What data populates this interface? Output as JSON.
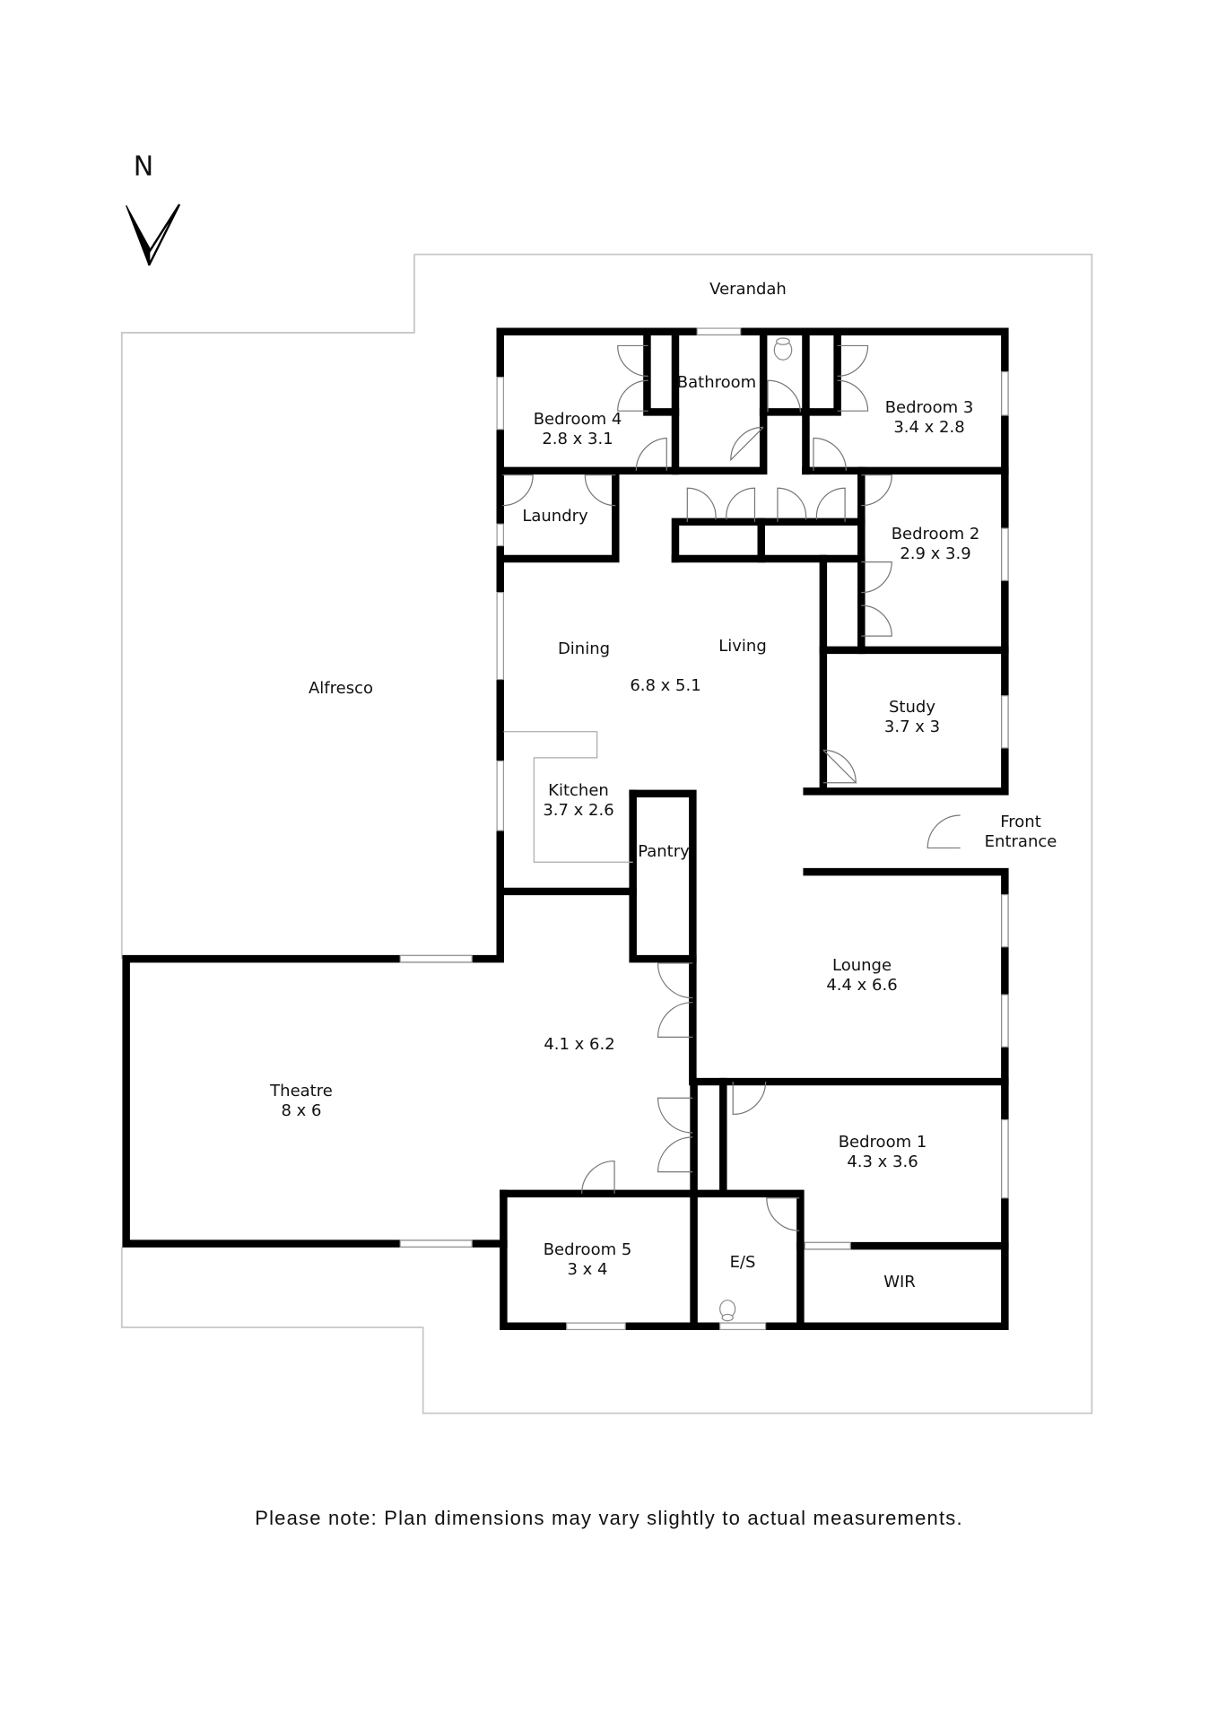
{
  "compass": {
    "label": "N",
    "icon": "north-arrow-icon"
  },
  "rooms": {
    "verandah": {
      "name": "Verandah",
      "dims": ""
    },
    "alfresco": {
      "name": "Alfresco",
      "dims": ""
    },
    "bedroom4": {
      "name": "Bedroom 4",
      "dims": "2.8 x 3.1"
    },
    "bathroom": {
      "name": "Bathroom",
      "dims": ""
    },
    "bedroom3": {
      "name": "Bedroom 3",
      "dims": "3.4 x 2.8"
    },
    "laundry": {
      "name": "Laundry",
      "dims": ""
    },
    "bedroom2": {
      "name": "Bedroom 2",
      "dims": "2.9 x 3.9"
    },
    "dining": {
      "name": "Dining",
      "dims": ""
    },
    "living": {
      "name": "Living",
      "dims": ""
    },
    "dining_living": {
      "name": "",
      "dims": "6.8 x 5.1"
    },
    "study": {
      "name": "Study",
      "dims": "3.7 x 3"
    },
    "kitchen": {
      "name": "Kitchen",
      "dims": "3.7 x 2.6"
    },
    "pantry": {
      "name": "Pantry",
      "dims": ""
    },
    "front_entrance": {
      "name": "Front",
      "name2": "Entrance"
    },
    "lounge": {
      "name": "Lounge",
      "dims": "4.4 x 6.6"
    },
    "hall": {
      "name": "",
      "dims": "4.1 x 6.2"
    },
    "theatre": {
      "name": "Theatre",
      "dims": "8 x 6"
    },
    "bedroom1": {
      "name": "Bedroom 1",
      "dims": "4.3 x 3.6"
    },
    "bedroom5": {
      "name": "Bedroom 5",
      "dims": "3 x 4"
    },
    "ensuite": {
      "name": "E/S",
      "dims": ""
    },
    "wir": {
      "name": "WIR",
      "dims": ""
    }
  },
  "footer": {
    "note": "Please note: Plan dimensions may vary slightly to actual measurements."
  },
  "colors": {
    "wall": "#000000",
    "outline": "#c8c8c8",
    "door": "#8a8a8a",
    "background": "#ffffff"
  }
}
